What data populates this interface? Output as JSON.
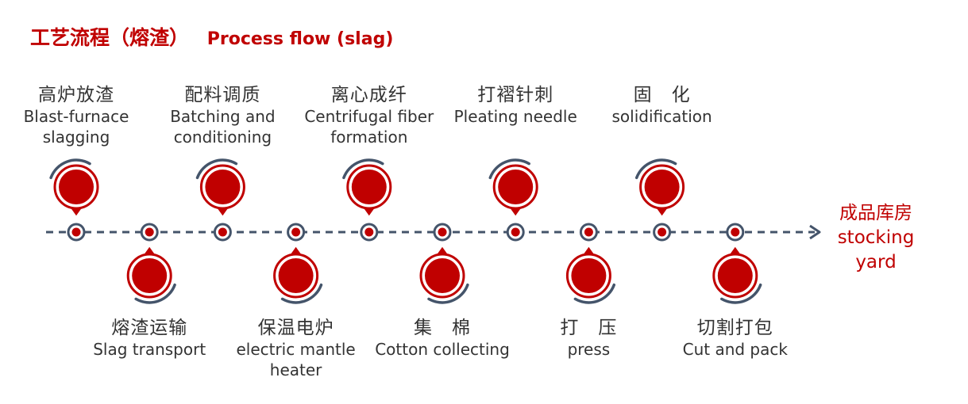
{
  "header": {
    "title_zh": "工艺流程（熔渣）",
    "title_en": "Process flow (slag)"
  },
  "colors": {
    "accent": "#c00000",
    "line": "#44546a",
    "arc": "#44546a",
    "text": "#333333"
  },
  "steps": [
    {
      "zh": "高炉放渣",
      "en": "Blast-furnace slagging",
      "position": "above"
    },
    {
      "zh": "熔渣运输",
      "en": "Slag transport",
      "position": "below"
    },
    {
      "zh": "配料调质",
      "en": "Batching and conditioning",
      "position": "above"
    },
    {
      "zh": "保温电炉",
      "en": "electric mantle heater",
      "position": "below"
    },
    {
      "zh": "离心成纤",
      "en": "Centrifugal fiber formation",
      "position": "above"
    },
    {
      "zh": "集　棉",
      "en": "Cotton collecting",
      "position": "below"
    },
    {
      "zh": "打褶针刺",
      "en": "Pleating needle",
      "position": "above"
    },
    {
      "zh": "打　压",
      "en": "press",
      "position": "below"
    },
    {
      "zh": "固　化",
      "en": "solidification",
      "position": "above"
    },
    {
      "zh": "切割打包",
      "en": "Cut and pack",
      "position": "below"
    }
  ],
  "endpoint": {
    "zh": "成品库房",
    "en": "stocking yard"
  }
}
